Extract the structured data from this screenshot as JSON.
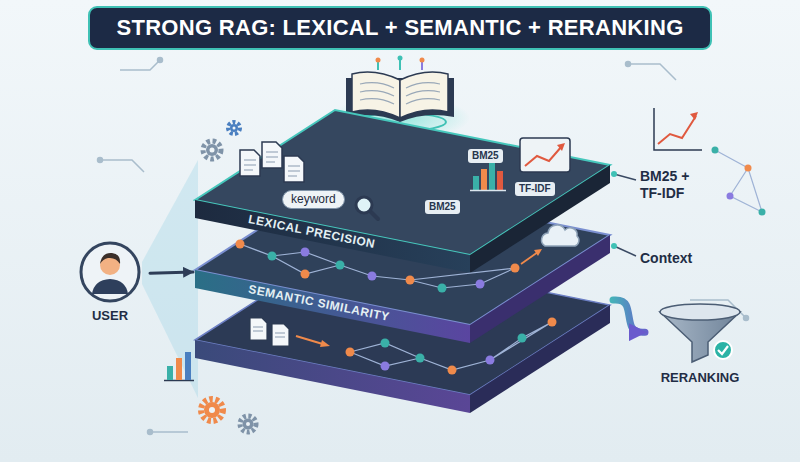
{
  "diagram": {
    "title": "STRONG RAG: LEXICAL + SEMANTIC + RERANKING",
    "nodes": [
      {
        "text": [
          "USER"
        ]
      },
      {
        "text": [
          "LEXICAL PRECISION"
        ]
      },
      {
        "text": [
          "keyword"
        ],
        "in": 1
      },
      {
        "text": [
          "SEMANTIC SIMILARITY"
        ]
      },
      {
        "text": [
          "RERANKING"
        ]
      }
    ],
    "edges": [
      {
        "from": 0,
        "to": 3,
        "arrow": "to"
      },
      {
        "from": 3,
        "to": 4,
        "arrow": "to"
      }
    ],
    "labels": [
      "BM25",
      "BM25",
      "TF-IDF",
      "BM25 + TF-IDF",
      "Context"
    ]
  }
}
